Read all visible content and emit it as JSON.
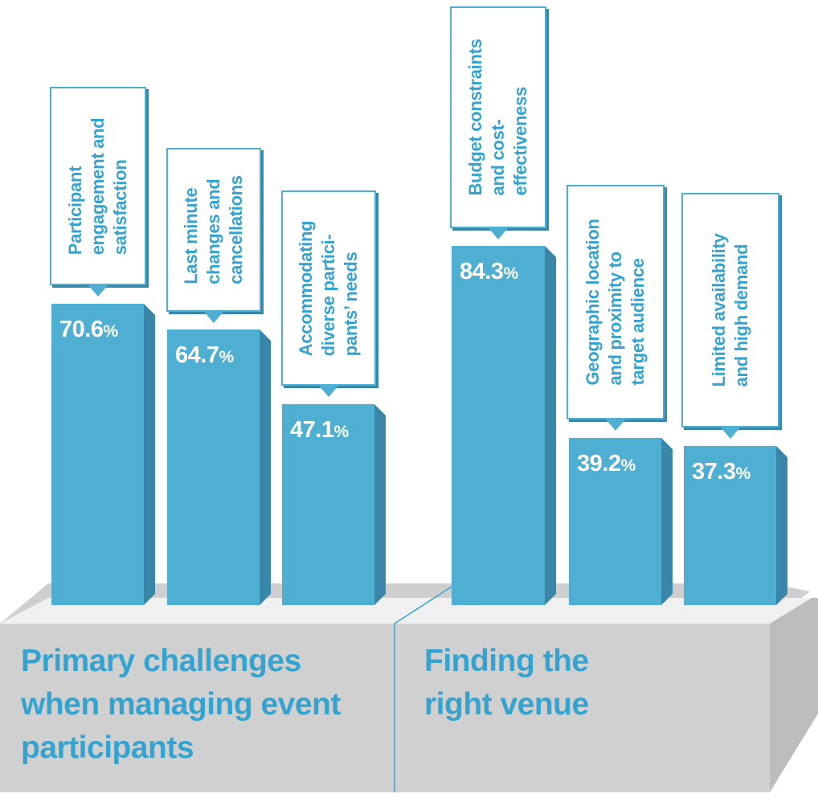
{
  "chart_data": {
    "type": "bar",
    "title": "",
    "xlabel": "",
    "ylabel": "",
    "unit": "%",
    "ylim": [
      0,
      100
    ],
    "grid": false,
    "legend": null,
    "groups": [
      {
        "label": "Primary challenges when managing event participants",
        "categories": [
          "Participant engagement and satisfaction",
          "Last minute changes and cancellations",
          "Accommodating diverse participants' needs"
        ],
        "values": [
          70.6,
          64.7,
          47.1
        ]
      },
      {
        "label": "Finding the right venue",
        "categories": [
          "Budget constraints and cost-effectiveness",
          "Geographic location and proximity to target audience",
          "Limited availability and high demand"
        ],
        "values": [
          84.3,
          39.2,
          37.3
        ]
      }
    ]
  },
  "colors": {
    "bar_front": "#4fafd3",
    "bar_side": "#3a86a8",
    "label_text": "#35a3cf",
    "base_top": "#f0f0f0",
    "base_front": "#d0d0d0",
    "base_side": "#bdbdbd"
  },
  "groups": [
    {
      "label_lines": [
        "Primary challenges",
        "when managing event",
        "participants"
      ]
    },
    {
      "label_lines": [
        "Finding the",
        "right venue"
      ]
    }
  ],
  "bars": [
    {
      "value": "70.6",
      "pct": "%",
      "callout_lines": [
        "Participant",
        "engagement and",
        "satisfaction"
      ]
    },
    {
      "value": "64.7",
      "pct": "%",
      "callout_lines": [
        "Last minute",
        "changes and",
        "cancellations"
      ]
    },
    {
      "value": "47.1",
      "pct": "%",
      "callout_lines": [
        "Accommodating",
        "diverse partici-",
        "pants’ needs"
      ]
    },
    {
      "value": "84.3",
      "pct": "%",
      "callout_lines": [
        "Budget constraints",
        "and cost-",
        "effectiveness"
      ]
    },
    {
      "value": "39.2",
      "pct": "%",
      "callout_lines": [
        "Geographic location",
        "and proximity to",
        "target audience"
      ]
    },
    {
      "value": "37.3",
      "pct": "%",
      "callout_lines": [
        "Limited availability",
        "and high demand"
      ]
    }
  ]
}
